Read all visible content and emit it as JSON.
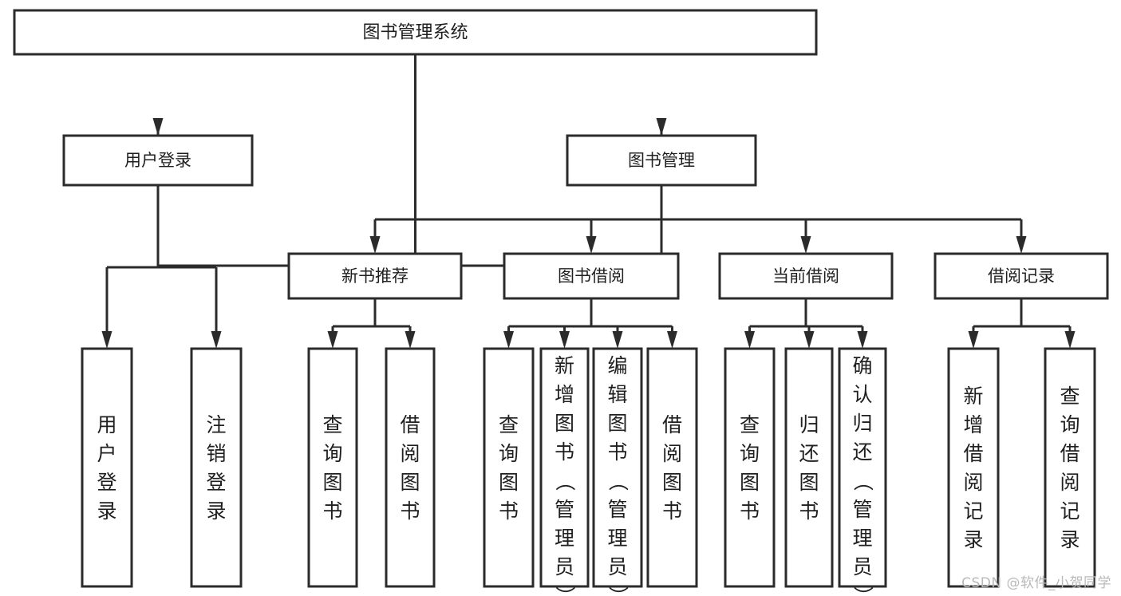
{
  "diagram": {
    "type": "hierarchy-tree",
    "title": "图书管理系统",
    "orientation": "top-down",
    "colors": {
      "stroke": "#2b2b2b",
      "fill": "#ffffff",
      "text": "#1f1f1f",
      "background": "#ffffff",
      "watermark": "#b9b9b9"
    },
    "root": {
      "label": "图书管理系统"
    },
    "level2": [
      {
        "id": "user-login",
        "label": "用户登录"
      },
      {
        "id": "book-manage",
        "label": "图书管理"
      }
    ],
    "level3": [
      {
        "id": "new-book-recommend",
        "label": "新书推荐",
        "parent": "book-manage"
      },
      {
        "id": "book-borrow",
        "label": "图书借阅",
        "parent": "book-manage"
      },
      {
        "id": "current-borrow",
        "label": "当前借阅",
        "parent": "book-manage"
      },
      {
        "id": "borrow-record",
        "label": "借阅记录",
        "parent": "book-manage"
      }
    ],
    "leaves": {
      "user-login": [
        {
          "id": "leaf-user-login",
          "label": "用户登录"
        },
        {
          "id": "leaf-user-logout",
          "label": "注销登录"
        }
      ],
      "new-book-recommend": [
        {
          "id": "leaf-query-book-1",
          "label": "查询图书"
        },
        {
          "id": "leaf-borrow-book-1",
          "label": "借阅图书"
        }
      ],
      "book-borrow": [
        {
          "id": "leaf-query-book-2",
          "label": "查询图书"
        },
        {
          "id": "leaf-add-book",
          "label": "新增图书（管理员）"
        },
        {
          "id": "leaf-edit-book",
          "label": "编辑图书（管理员）"
        },
        {
          "id": "leaf-borrow-book-2",
          "label": "借阅图书"
        }
      ],
      "current-borrow": [
        {
          "id": "leaf-query-book-3",
          "label": "查询图书"
        },
        {
          "id": "leaf-return-book",
          "label": "归还图书"
        },
        {
          "id": "leaf-confirm-return",
          "label": "确认归还（管理员）"
        }
      ],
      "borrow-record": [
        {
          "id": "leaf-add-record",
          "label": "新增借阅记录"
        },
        {
          "id": "leaf-query-record",
          "label": "查询借阅记录"
        }
      ]
    }
  },
  "watermark": {
    "text": "CSDN @软件_小贺同学"
  }
}
